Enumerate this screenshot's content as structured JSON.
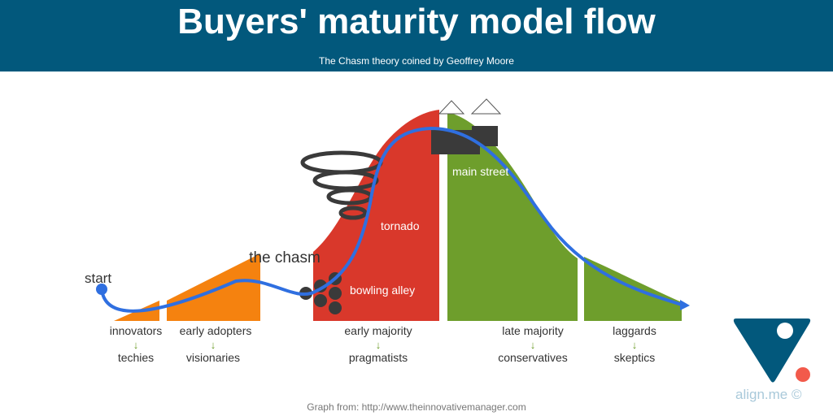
{
  "header": {
    "title": "Buyers' maturity model flow",
    "subtitle": "The Chasm theory coined by Geoffrey Moore"
  },
  "diagram": {
    "start": "start",
    "chasm": "the chasm",
    "tornado": "tornado",
    "bowling": "bowling alley",
    "main_street": "main street",
    "segments": [
      {
        "name": "innovators",
        "type": "techies"
      },
      {
        "name": "early adopters",
        "type": "visionaries"
      },
      {
        "name": "early majority",
        "type": "pragmatists"
      },
      {
        "name": "late majority",
        "type": "conservatives"
      },
      {
        "name": "laggards",
        "type": "skeptics"
      }
    ],
    "arrow": "↓",
    "colors": {
      "orange": "#f5820f",
      "red": "#d9382b",
      "green": "#6e9e2c",
      "blue": "#2f6fe0"
    }
  },
  "footer": "Graph from: http://www.theinnovativemanager.com",
  "brand": "align.me ©"
}
